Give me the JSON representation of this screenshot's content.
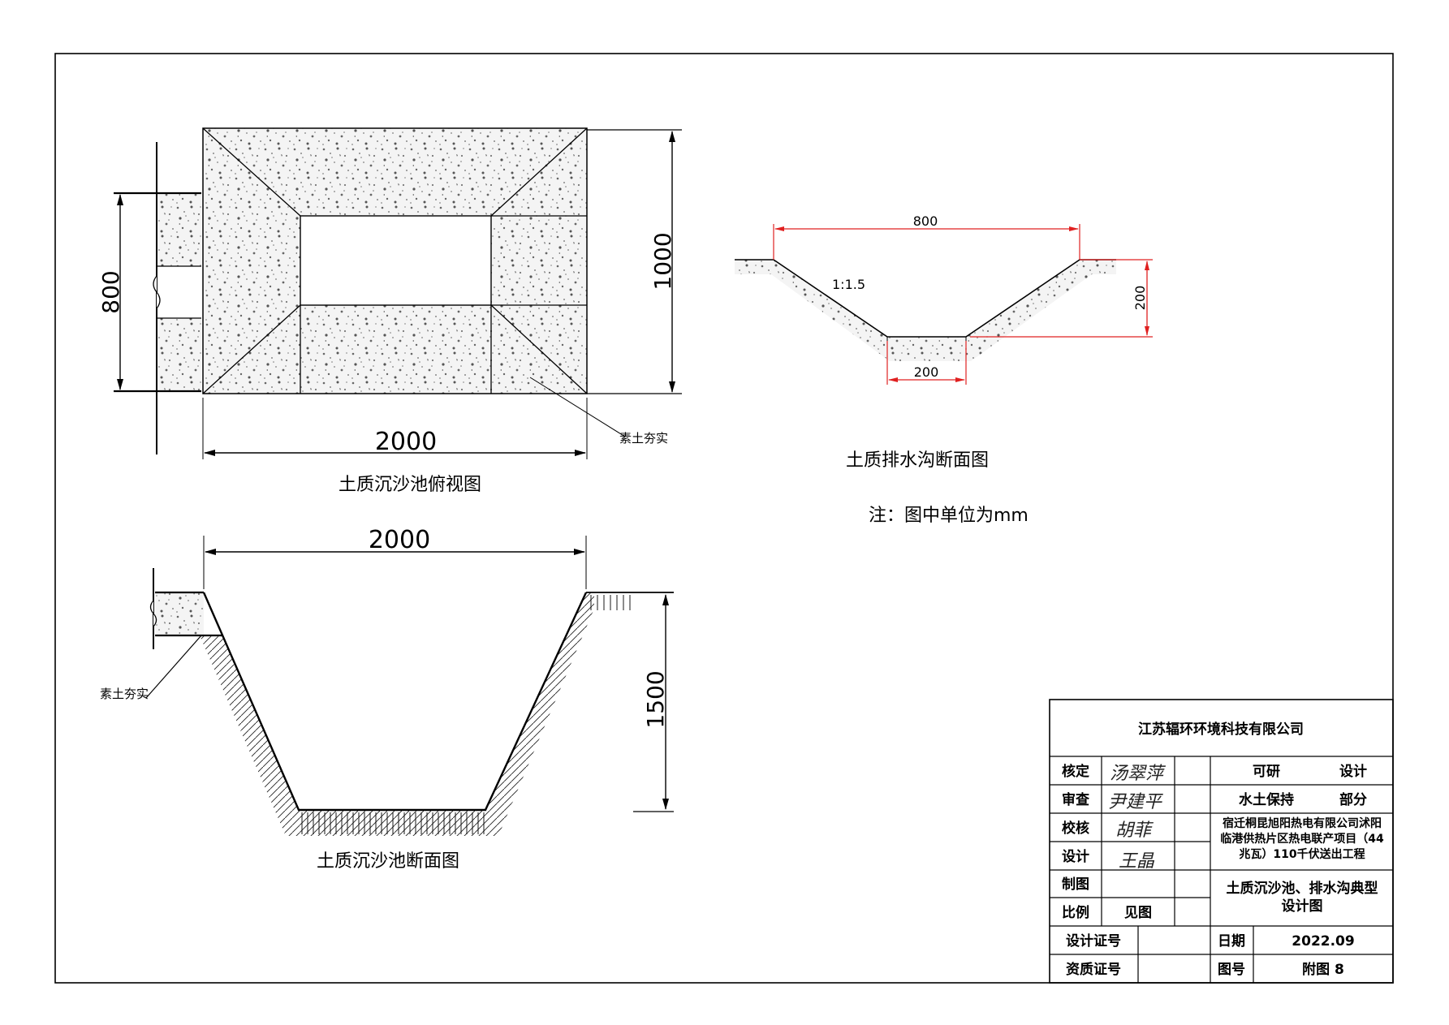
{
  "plan_view": {
    "caption": "土质沉沙池俯视图",
    "dim_width": "2000",
    "dim_height": "1000",
    "dim_side": "800",
    "material_label": "素土夯实"
  },
  "section_view": {
    "caption": "土质沉沙池断面图",
    "dim_width": "2000",
    "dim_depth": "1500",
    "material_label": "素土夯实"
  },
  "ditch_view": {
    "caption": "土质排水沟断面图",
    "dim_top": "800",
    "dim_bottom": "200",
    "dim_depth": "200",
    "slope": "1:1.5",
    "accent_color": "#e02020"
  },
  "unit_note": "注：图中单位为mm",
  "title_block": {
    "company": "江苏辐环环境科技有限公司",
    "rows": [
      {
        "label": "核定",
        "signature": "汤翠萍"
      },
      {
        "label": "审查",
        "signature": "尹建平"
      },
      {
        "label": "校核",
        "signature": "胡菲"
      },
      {
        "label": "设计",
        "signature": "王晶"
      },
      {
        "label": "制图",
        "signature": ""
      },
      {
        "label": "比例",
        "value": "见图"
      }
    ],
    "stage": "可研",
    "stage_type": "设计",
    "discipline": "水土保持",
    "discipline_type": "部分",
    "project_line1": "宿迁桐昆旭阳热电有限公司沭阳",
    "project_line2": "临港供热片区热电联产项目（44",
    "project_line3": "兆瓦）110千伏送出工程",
    "drawing_title_line1": "土质沉沙池、排水沟典型",
    "drawing_title_line2": "设计图",
    "design_cert_label": "设计证号",
    "qual_cert_label": "资质证号",
    "date_label": "日期",
    "date_value": "2022.09",
    "drawing_no_label": "图号",
    "drawing_no_value": "附图 8"
  }
}
